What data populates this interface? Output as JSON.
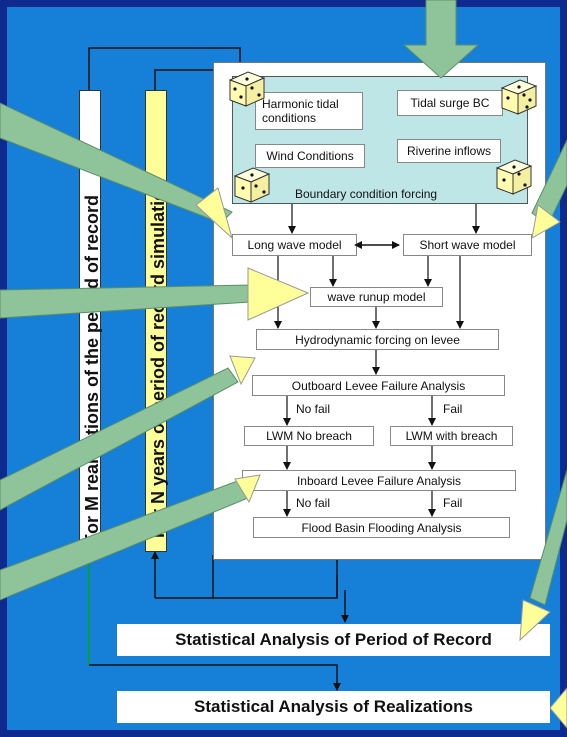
{
  "columns": {
    "m_label": "For M realizations of the period of record",
    "n_label": "For N years of period of record simulation"
  },
  "boundary": {
    "harmonic": "Harmonic tidal conditions",
    "surge": "Tidal surge BC",
    "wind": "Wind Conditions",
    "riverine": "Riverine inflows",
    "caption": "Boundary condition forcing"
  },
  "models": {
    "long_wave": "Long wave model",
    "short_wave": "Short wave model",
    "runup": "wave runup model",
    "hydro": "Hydrodynamic forcing on levee",
    "outboard": "Outboard Levee Failure Analysis",
    "no_fail_1": "No fail",
    "fail_1": "Fail",
    "lwm_no_breach": "LWM No breach",
    "lwm_breach": "LWM with breach",
    "inboard": "Inboard Levee Failure Analysis",
    "no_fail_2": "No fail",
    "fail_2": "Fail",
    "flood_basin": "Flood Basin Flooding Analysis"
  },
  "stats": {
    "period": "Statistical Analysis of Period of Record",
    "realizations": "Statistical Analysis of Realizations"
  },
  "colors": {
    "background": "#0f2a8e",
    "panel_blue": "#1680d8",
    "arrow_green": "#8fc49b",
    "arrow_yellow": "#ffff99",
    "bc_panel": "#bfe6e6"
  }
}
